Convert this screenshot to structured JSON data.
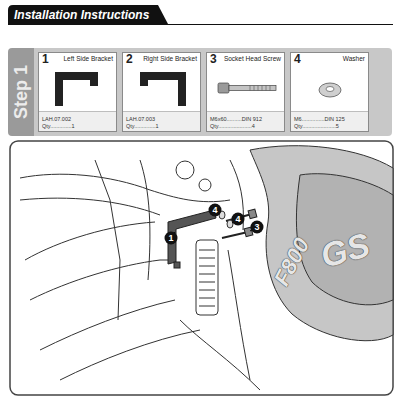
{
  "diagram": {
    "title": "Installation Instructions",
    "nodes": [
      {
        "text": [
          "Step 1"
        ]
      },
      {
        "text": [
          "1",
          "Left Side Bracket",
          "LAH.07.002",
          "Qty..............1"
        ],
        "in": 0
      },
      {
        "text": [
          "2",
          "Right Side Bracket",
          "LAH.07.003",
          "Qty..............1"
        ],
        "in": 0
      },
      {
        "text": [
          "3",
          "Socket Head Screw",
          "M6x60..........DIN 912",
          "Qty......................4"
        ],
        "in": 0
      },
      {
        "text": [
          "4",
          "Washer",
          "M6...............DIN 125",
          "Qty......................5"
        ],
        "in": 0
      }
    ],
    "labels": [
      "1",
      "4",
      "4",
      "3",
      "F800",
      "GS"
    ]
  }
}
